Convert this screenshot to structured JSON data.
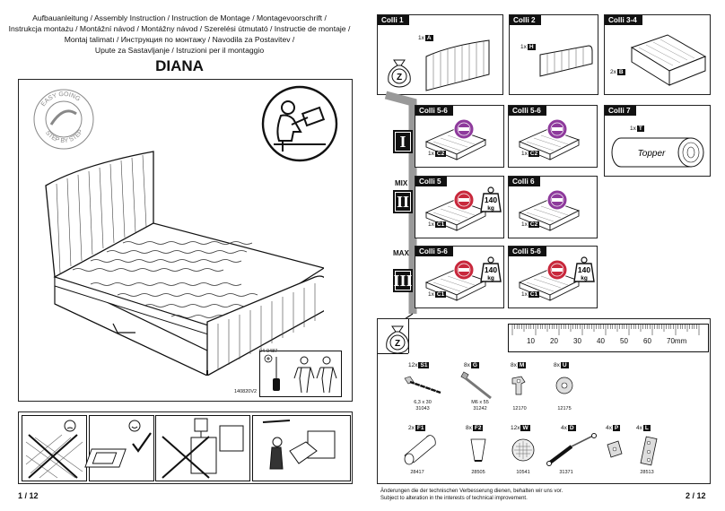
{
  "left_page": {
    "header_lines": [
      "Aufbauanleitung / Assembly Instruction / Instruction de Montage / Montagevoorschrift /",
      "Instrukcja montażu / Montážní návod / Montážny návod / Szerelési útmutató / Instructie de montaje /",
      "Montaj talimatı / Инструкция по монтажу / Navodila za Postavitev /",
      "Upute za Sastavljanje / Istruzioni per il montaggio"
    ],
    "product_name": "DIANA",
    "stamp_top": "EASY GOING",
    "stamp_bottom": "STEP BY STEP",
    "code_top": "04-0487",
    "code_bottom": "140820V2",
    "page_number": "1 / 12"
  },
  "right_page": {
    "colli": [
      {
        "label": "Colli 1",
        "qty": "1x",
        "part": "A"
      },
      {
        "label": "Colli 2",
        "qty": "1x",
        "part": "H"
      },
      {
        "label": "Colli 3-4",
        "qty": "2x",
        "part": "B"
      }
    ],
    "levels": [
      {
        "roman": "I",
        "level_label": "",
        "boxes": [
          {
            "label": "Colli 5-6",
            "qty": "1x",
            "part": "C2"
          },
          {
            "label": "Colli 5-6",
            "qty": "1x",
            "part": "C2"
          }
        ]
      },
      {
        "roman": "II",
        "level_label": "MIX",
        "boxes": [
          {
            "label": "Colli 5",
            "qty": "1x",
            "part": "C1",
            "weight": "140",
            "unit": "kg"
          },
          {
            "label": "Colli 6",
            "qty": "1x",
            "part": "C2"
          }
        ]
      },
      {
        "roman": "III",
        "level_label": "MAX",
        "boxes": [
          {
            "label": "Colli 5-6",
            "qty": "1x",
            "part": "C1",
            "weight": "140",
            "unit": "kg"
          },
          {
            "label": "Colli 5-6",
            "qty": "1x",
            "part": "C1",
            "weight": "140",
            "unit": "kg"
          }
        ]
      }
    ],
    "colli7": {
      "label": "Colli 7",
      "qty": "1x",
      "part": "T",
      "topper": "Topper"
    },
    "bag_letter": "Z",
    "ruler": {
      "ticks": [
        "10",
        "20",
        "30",
        "40",
        "50",
        "60",
        "70mm"
      ]
    },
    "hardware_row1": [
      {
        "qty": "12x",
        "part": "S1",
        "size": "6,3 x 30",
        "code": "31043"
      },
      {
        "qty": "8x",
        "part": "G",
        "size": "M6 x 55",
        "code": "31242"
      },
      {
        "qty": "8x",
        "part": "M",
        "size": "",
        "code": "12170"
      },
      {
        "qty": "8x",
        "part": "U",
        "size": "",
        "code": "12175"
      }
    ],
    "hardware_row2": [
      {
        "qty": "2x",
        "part": "F1",
        "code": "28417"
      },
      {
        "qty": "8x",
        "part": "F2",
        "code": "28505"
      },
      {
        "qty": "12x",
        "part": "W",
        "code": "10541"
      },
      {
        "qty": "4x",
        "part": "D",
        "code": "31371"
      },
      {
        "qty": "4x",
        "part": "P",
        "code": ""
      },
      {
        "qty": "4x",
        "part": "L",
        "code": "28513"
      }
    ],
    "footer_note": [
      "Änderungen die der technischen Verbesserung dienen, behalten wir uns vor.",
      "Subject to alteration in the interests of technical improvement."
    ],
    "page_number": "2 / 12"
  },
  "colors": {
    "ink": "#111111",
    "badge_purple": "#8e3a9c",
    "badge_red": "#c8283c"
  },
  "icons": [
    "person-reading-icon",
    "screwdriver-icon",
    "two-persons-icon",
    "bag-icon",
    "topper-roll-icon"
  ]
}
